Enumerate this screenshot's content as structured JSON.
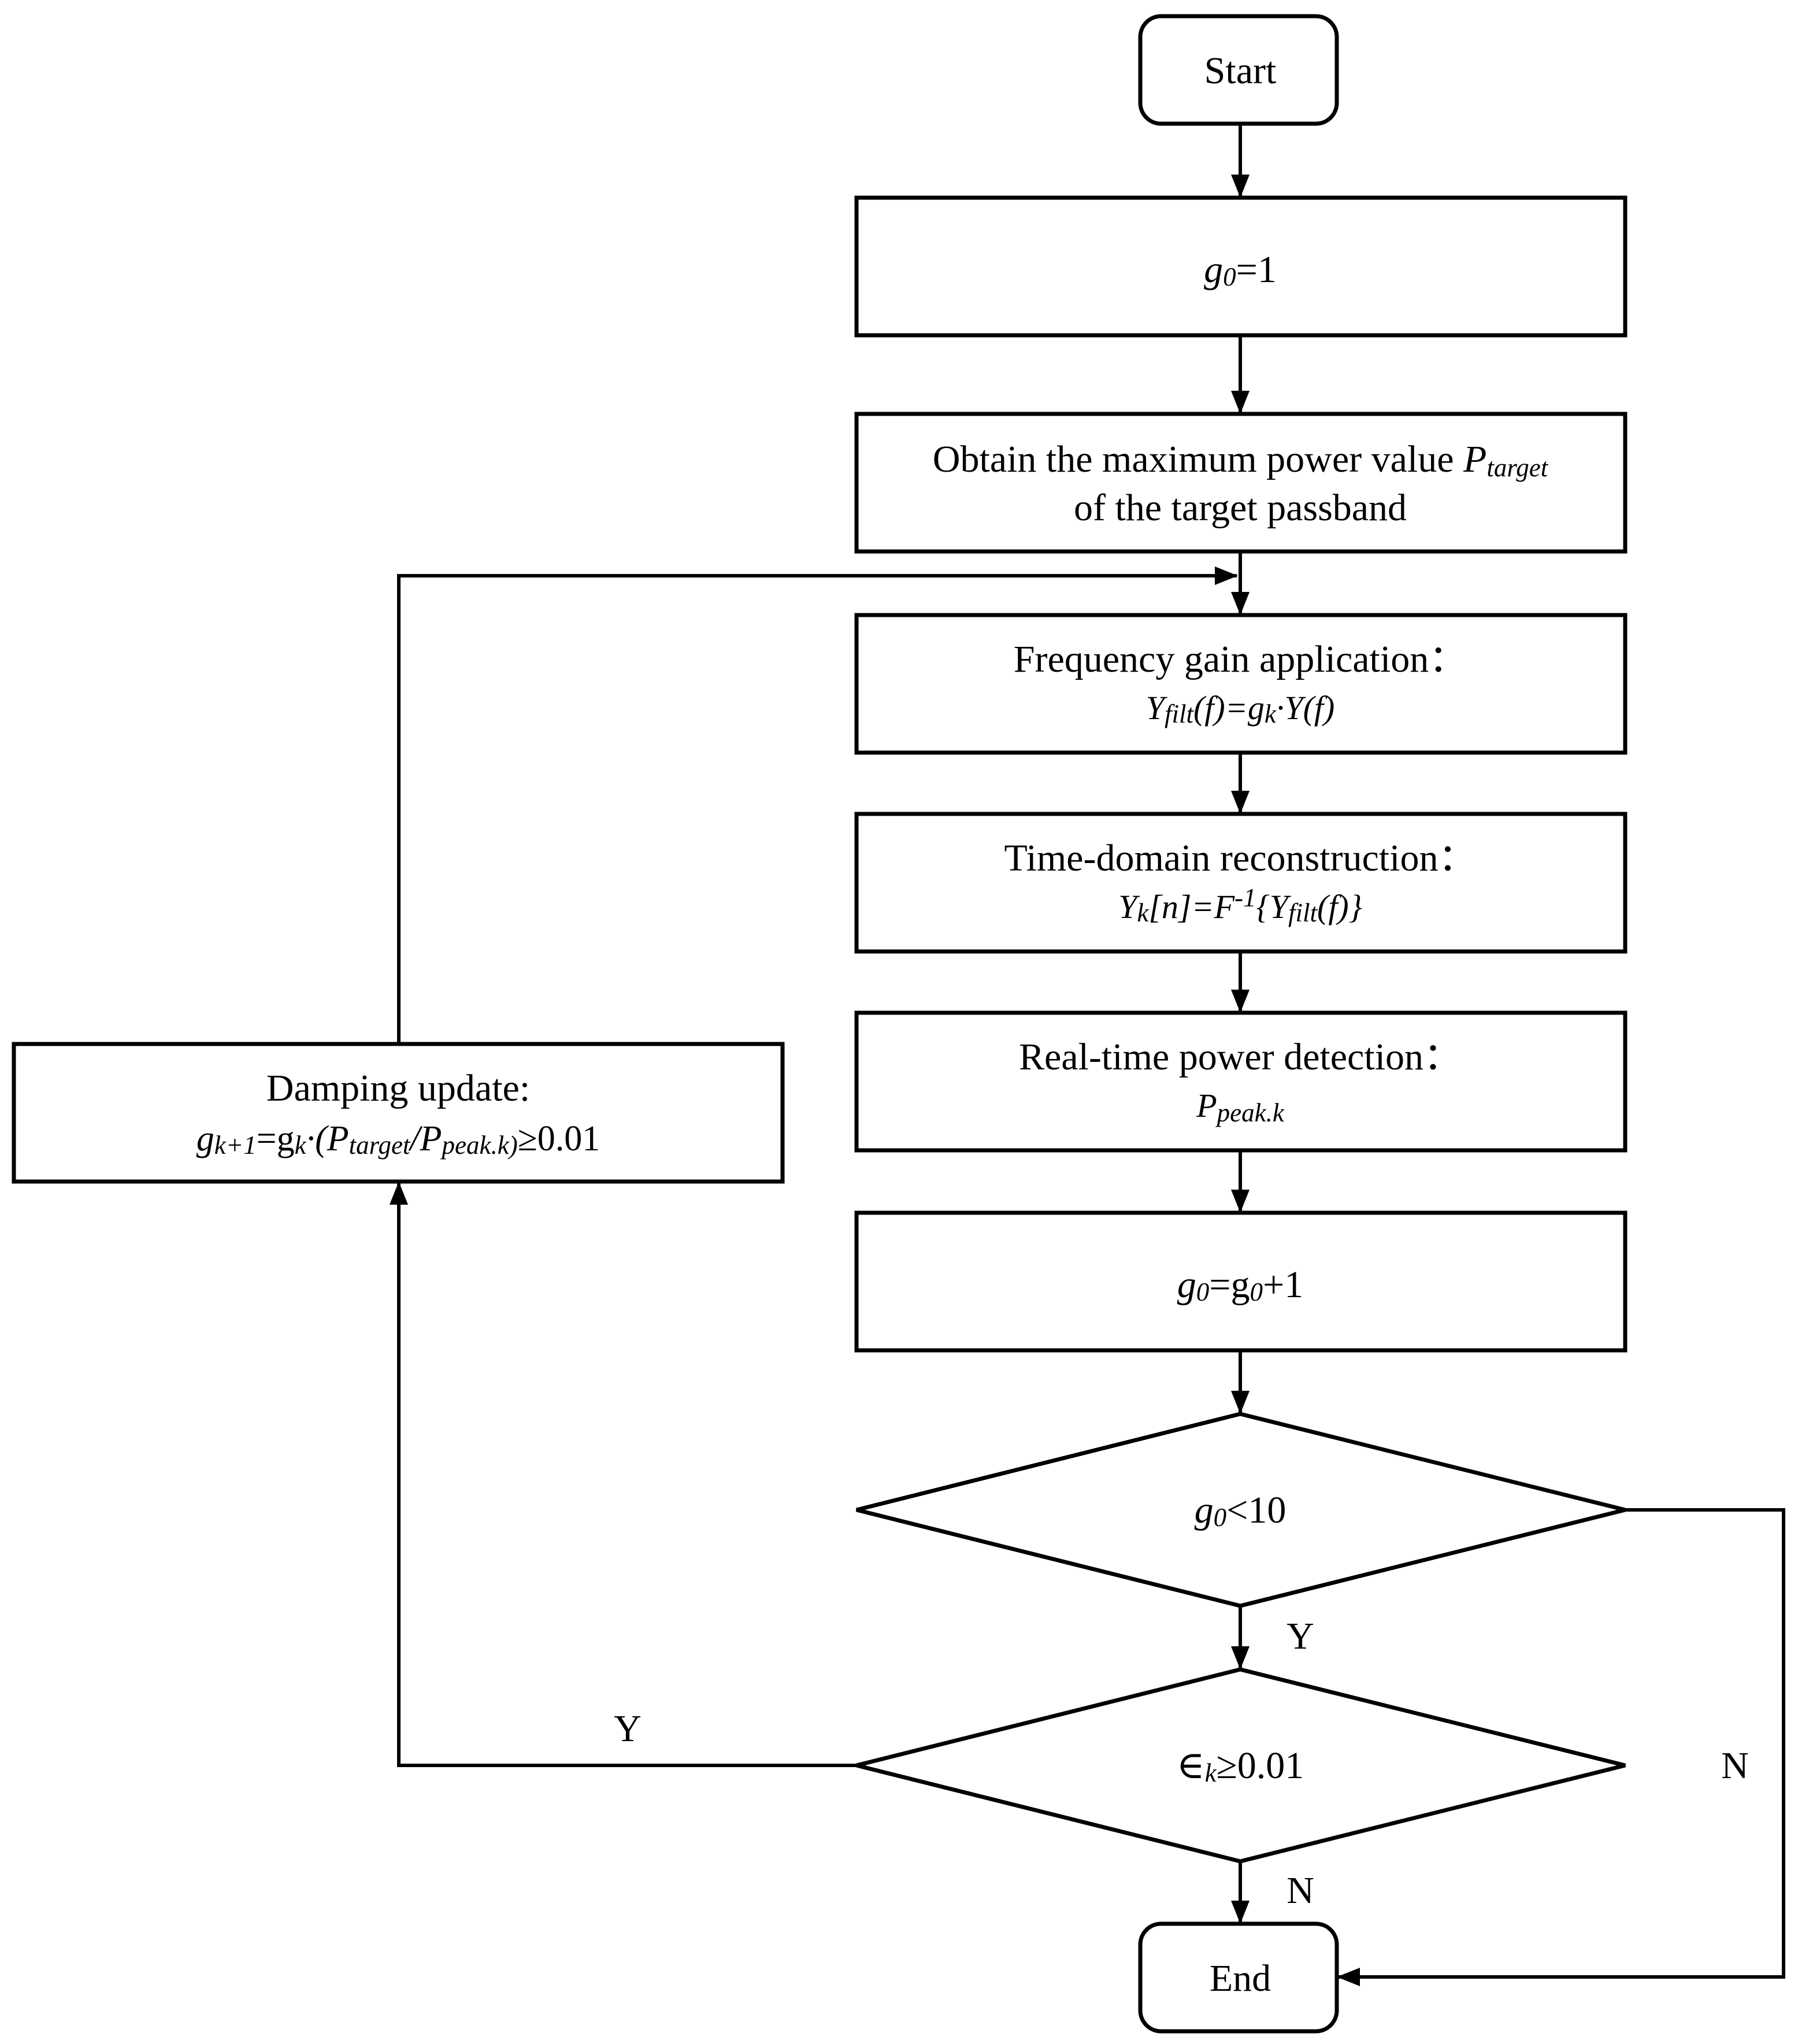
{
  "flowchart": {
    "start": {
      "label": "Start"
    },
    "init": {
      "g": "g",
      "sub": "0",
      "rest": "=1"
    },
    "obtain": {
      "line1": "Obtain the maximum power value ",
      "p": "P",
      "p_sub": "target",
      "line2": "of the target passband"
    },
    "freq_gain": {
      "title": "Frequency gain application：",
      "y": "Y",
      "y_sub": "filt",
      "mid1": "(f)=g",
      "k_sub": "k",
      "mid2": "·Y(f)"
    },
    "time_domain": {
      "title": "Time-domain reconstruction：",
      "y": "Y",
      "k_sub": "k",
      "mid1": "[n]=F",
      "sup": "-1",
      "mid2": "{Y",
      "filt_sub": "filt",
      "end": "(f)}"
    },
    "power_detect": {
      "title": "Real-time power detection：",
      "p": "P",
      "p_sub": "peak.k"
    },
    "increment": {
      "g1": "g",
      "sub1": "0",
      "eq": "=g",
      "sub2": "0",
      "rest": "+1"
    },
    "damping": {
      "title": "Damping update:",
      "g1": "g",
      "sub1": "k+1",
      "eq": "=g",
      "sub2": "k",
      "mid": "·(P",
      "sub3": "target",
      "slash": "/P",
      "sub4": "peak.k)",
      "end": "≥0.01"
    },
    "decision1": {
      "g": "g",
      "sub": "0",
      "rest": "<10"
    },
    "decision2": {
      "sym": "∈",
      "sub": "k",
      "rest": "≥0.01"
    },
    "labels": {
      "d1_yes": "Y",
      "d1_no": "N",
      "d2_yes": "Y",
      "d2_no": "N"
    },
    "end": {
      "label": "End"
    }
  }
}
